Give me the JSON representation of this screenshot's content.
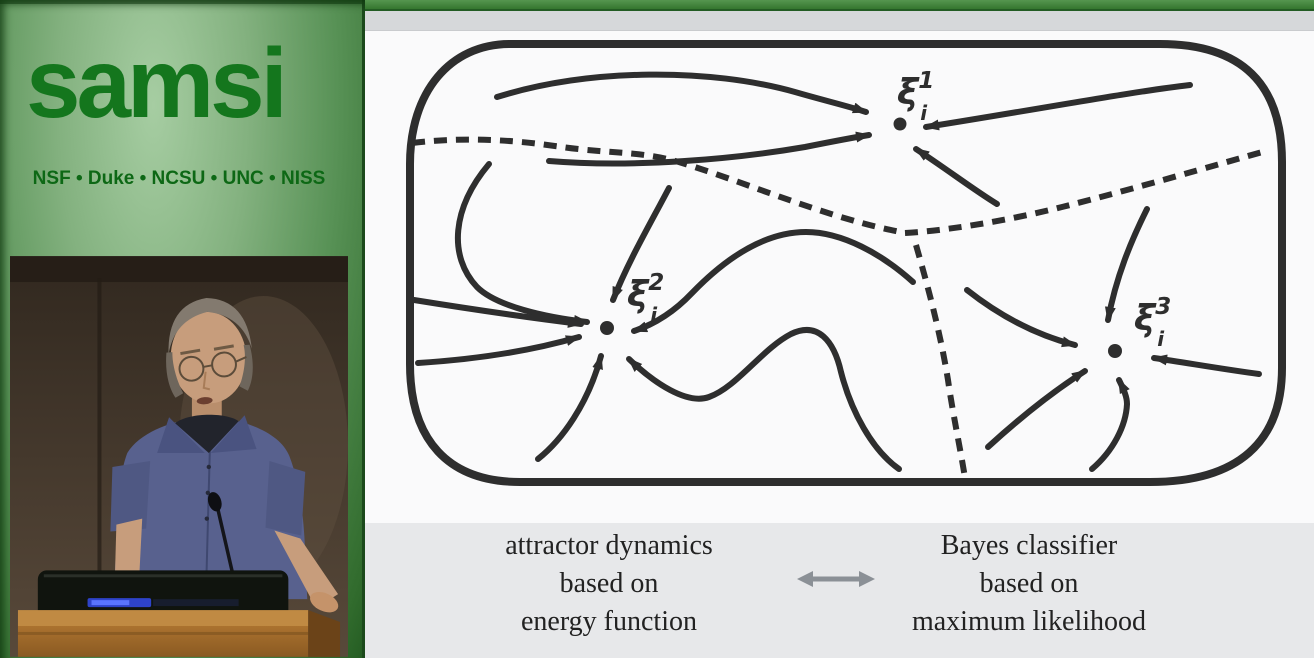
{
  "left_panel": {
    "logo_text": "samsi",
    "tagline": "NSF • Duke • NCSU • UNC • NISS"
  },
  "slide": {
    "diagram": {
      "attractors": [
        {
          "base": "ξ",
          "sup": "1",
          "sub": "i"
        },
        {
          "base": "ξ",
          "sup": "2",
          "sub": "i"
        },
        {
          "base": "ξ",
          "sup": "3",
          "sub": "i"
        }
      ]
    },
    "captions": {
      "left_lines": [
        "attractor dynamics",
        "based on",
        "energy function"
      ],
      "right_lines": [
        "Bayes classifier",
        "based on",
        "maximum likelihood"
      ]
    }
  },
  "colors": {
    "logo_green": "#14761d",
    "tagline_green": "#0d6815",
    "panel_green_light": "#9cc49a",
    "panel_green_dark": "#2d6128",
    "ink": "#2e2e2e",
    "caption_arrow": "#8b9096",
    "slide_bar_green": "#3f853f",
    "caption_bg": "#e7e8ea"
  }
}
